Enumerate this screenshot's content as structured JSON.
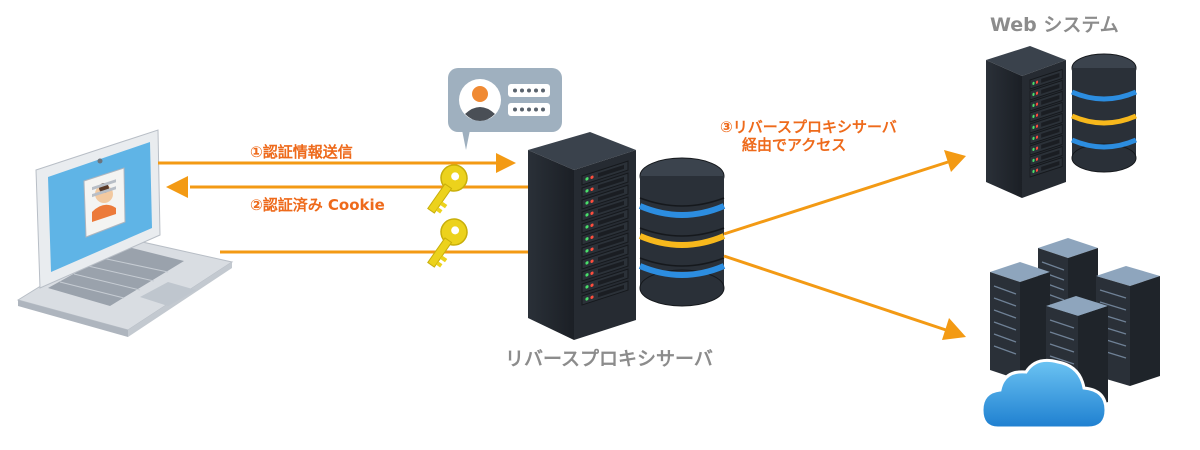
{
  "labels": {
    "step1": "①認証情報送信",
    "step2": "②認証済み Cookie",
    "step3_line1": "③リバースプロキシサーバ",
    "step3_line2": "経由でアクセス",
    "proxy_server": "リバースプロキシサーバ",
    "web_system": "Web システム"
  },
  "colors": {
    "arrow": "#f39a14",
    "label_orange": "#ee6a1b",
    "label_gray": "#8c8c8c",
    "key": "#ecd21c",
    "screen": "#5fb4e6",
    "cloud": "#2f9ae0"
  },
  "icons": {
    "client": "laptop-icon",
    "credential": "id-card-icon",
    "key": "key-icon",
    "proxy": "server-rack-icon",
    "database": "database-icon",
    "auth_bubble": "speech-bubble-icon",
    "target_single": "server-rack-icon",
    "target_cluster": "server-cluster-icon",
    "cloud": "cloud-icon"
  }
}
